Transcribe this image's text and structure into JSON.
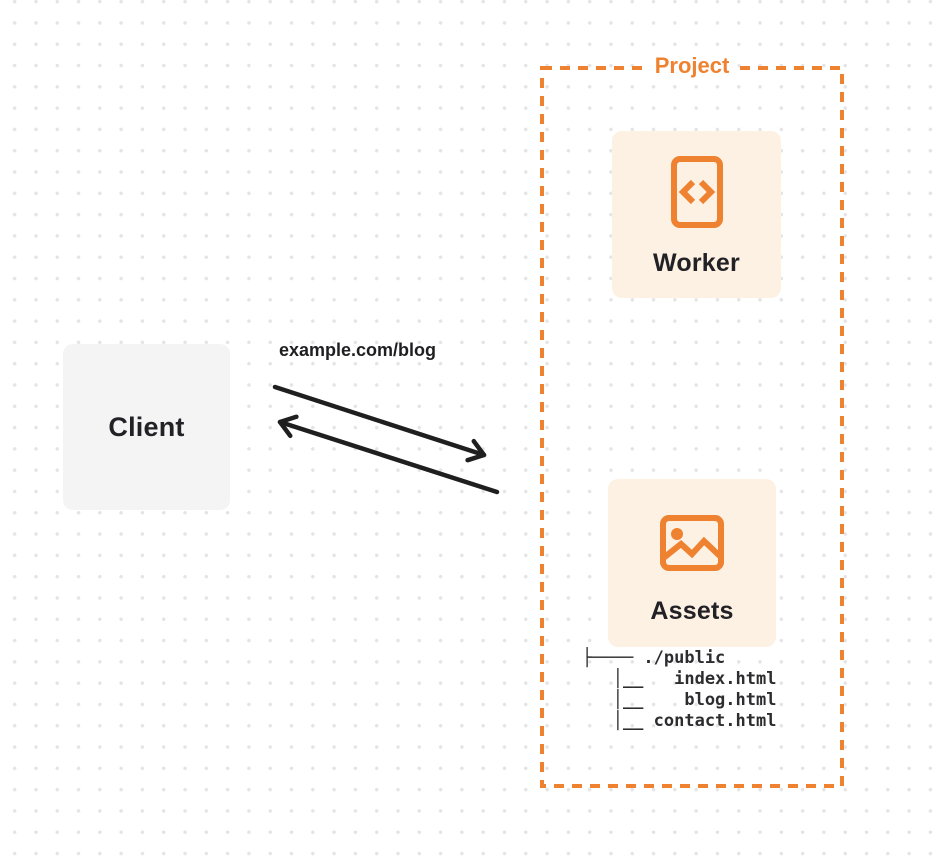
{
  "canvas": {
    "background_color": "#FFFFFF",
    "dot_grid_color": "#E4E4E6"
  },
  "client": {
    "label": "Client",
    "fill_color": "#F4F4F5"
  },
  "request": {
    "url": "example.com/blog",
    "arrow_color": "#1F1F1F",
    "direction": "bidirectional"
  },
  "project": {
    "label": "Project",
    "accent_color": "#EE8230",
    "card_fill_color": "#FDF1E4",
    "worker": {
      "label": "Worker",
      "icon": "code-file-icon"
    },
    "assets": {
      "label": "Assets",
      "icon": "image-icon",
      "file_tree": "├──── ./public\n   │__   index.html\n   │__    blog.html\n   │__ contact.html"
    }
  }
}
